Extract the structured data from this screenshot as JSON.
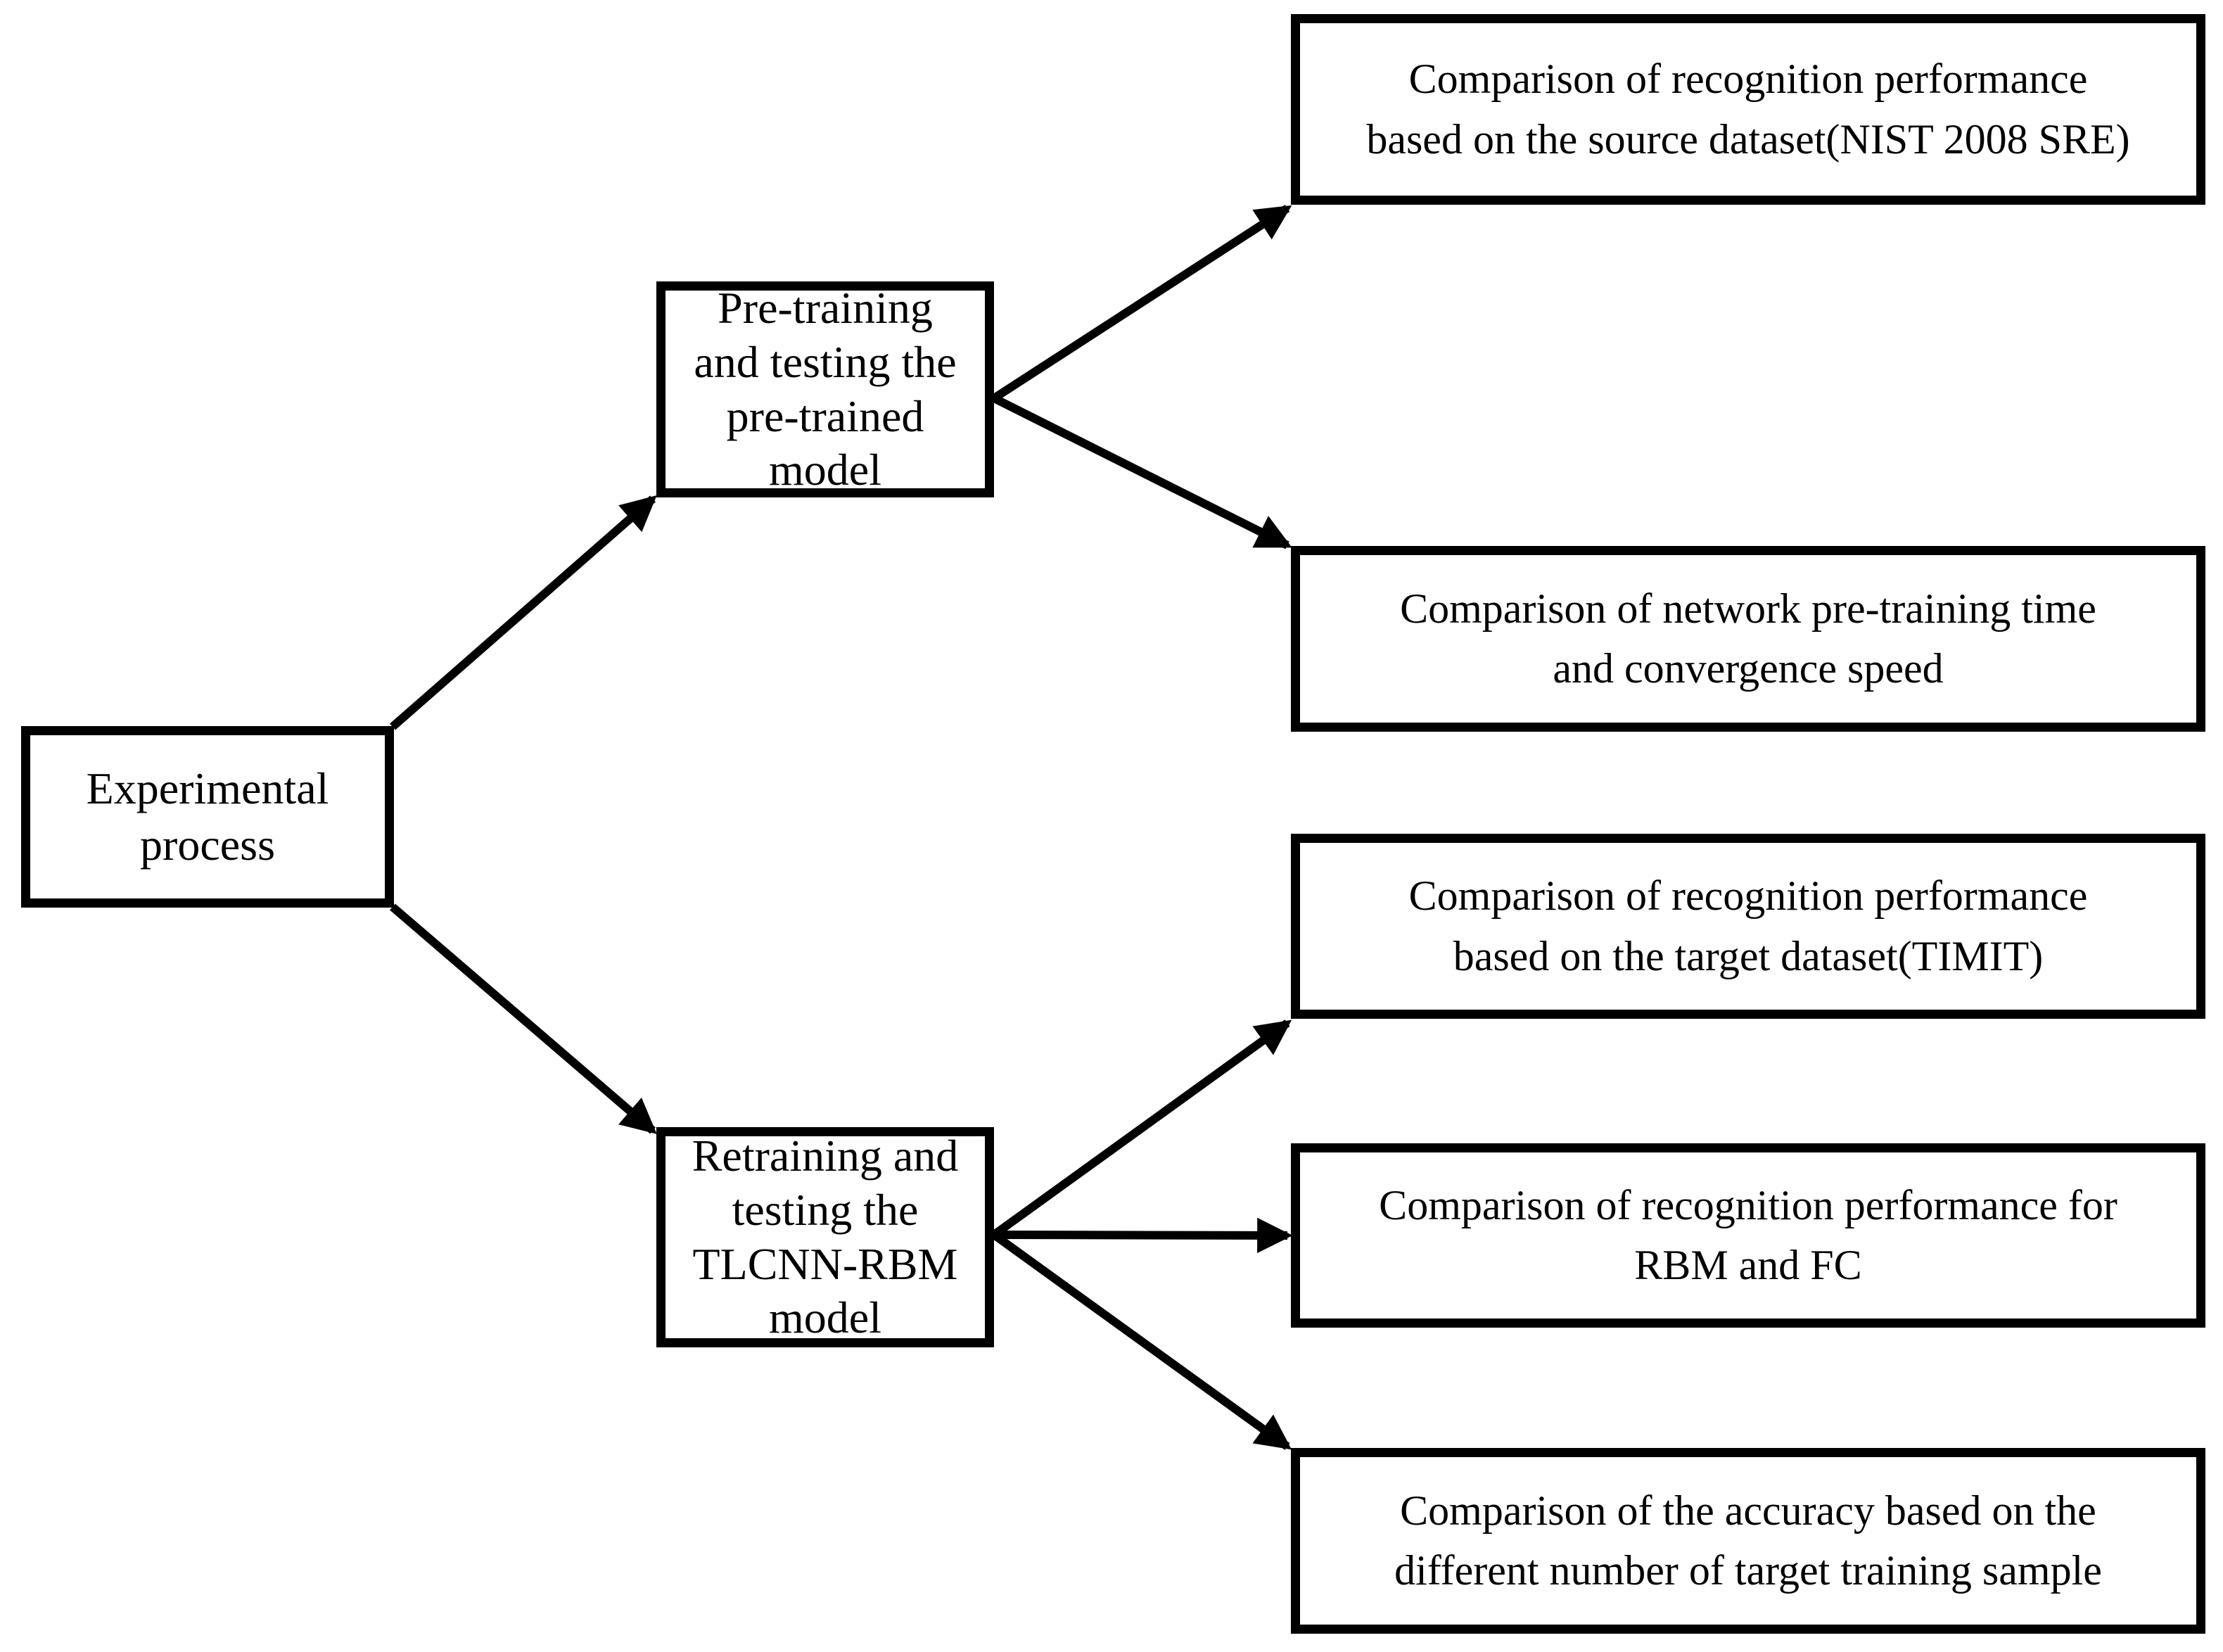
{
  "diagram": {
    "background_color": "#ffffff",
    "line_color": "#000000",
    "nodes": {
      "root": {
        "label": "Experimental\nprocess"
      },
      "pretrain": {
        "label": "Pre-training\nand testing the\npre-trained\nmodel"
      },
      "retrain": {
        "label": "Retraining and\ntesting the\nTLCNN-RBM\nmodel"
      },
      "r1": {
        "label": "Comparison of recognition performance\nbased on the source dataset(NIST 2008 SRE)"
      },
      "r2": {
        "label": "Comparison of network pre-training time\nand convergence speed"
      },
      "r3": {
        "label": "Comparison of recognition performance\nbased on the target dataset(TIMIT)"
      },
      "r4": {
        "label": "Comparison of recognition performance for\nRBM and FC"
      },
      "r5": {
        "label": "Comparison of the accuracy based on the\ndifferent number of target training sample"
      }
    },
    "edges": [
      {
        "from": "root",
        "to": "pretrain"
      },
      {
        "from": "root",
        "to": "retrain"
      },
      {
        "from": "pretrain",
        "to": "r1"
      },
      {
        "from": "pretrain",
        "to": "r2"
      },
      {
        "from": "retrain",
        "to": "r3"
      },
      {
        "from": "retrain",
        "to": "r4"
      },
      {
        "from": "retrain",
        "to": "r5"
      }
    ]
  }
}
